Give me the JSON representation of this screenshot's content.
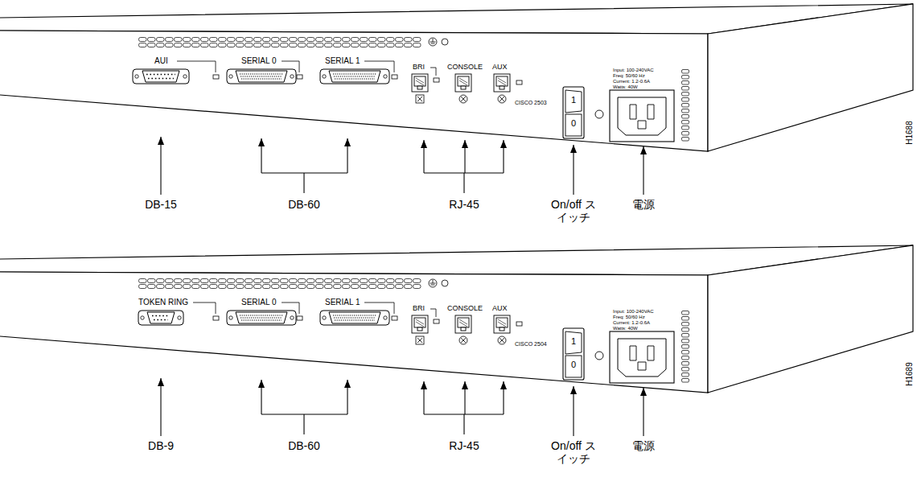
{
  "diagram": {
    "labels": [
      "AUI",
      "SERIAL 0",
      "SERIAL 1",
      "BRI",
      "CONSOLE",
      "AUX",
      "CISCO 2503",
      "Input: 100-240VAC",
      "Freq: 50/60 Hz",
      "Current: 1.2-0.6A",
      "Watts: 40W",
      "1",
      "0",
      "H1688",
      "DB-15",
      "DB-60",
      "RJ-45",
      "On/off スイッチ",
      "電源",
      "TOKEN RING",
      "SERIAL 0",
      "SERIAL 1",
      "BRI",
      "CONSOLE",
      "AUX",
      "CISCO 2504",
      "Input: 100-240VAC",
      "Freq: 50/60 Hz",
      "Current: 1.2-0.6A",
      "Watts: 40W",
      "1",
      "0",
      "H1689",
      "DB-9",
      "DB-60",
      "RJ-45",
      "On/off スイッチ",
      "電源"
    ]
  }
}
